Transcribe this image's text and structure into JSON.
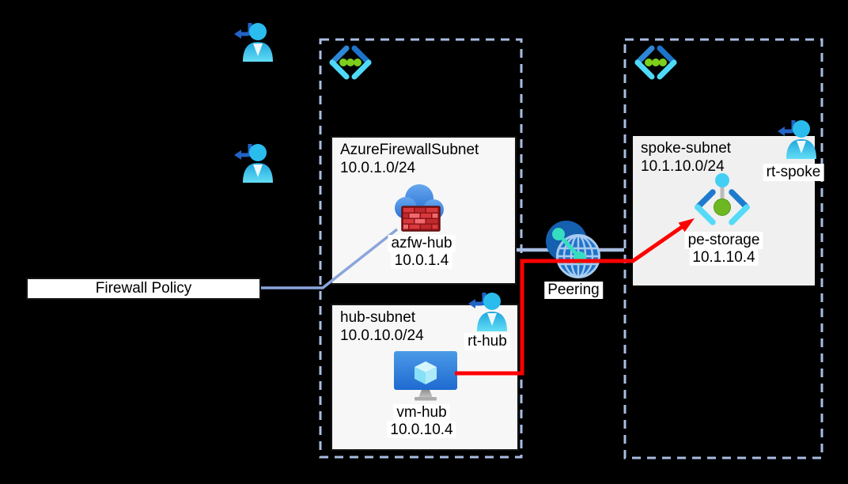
{
  "colors": {
    "bg": "#000000",
    "dash": "#a9bde2",
    "peer-line": "#a9bde2",
    "policy-line": "#8ba5dc",
    "flow-red": "#ff0000"
  },
  "diagram": {
    "firewall_policy_label": "Firewall Policy",
    "peering_label": "Peering",
    "hub_vnet": {
      "subnets": [
        {
          "name": "AzureFirewallSubnet",
          "cidr": "10.0.1.0/24",
          "resource_name": "azfw-hub",
          "resource_ip": "10.0.1.4"
        },
        {
          "name": "hub-subnet",
          "cidr": "10.0.10.0/24",
          "resource_name": "vm-hub",
          "resource_ip": "10.0.10.4",
          "route_table": "rt-hub"
        }
      ]
    },
    "spoke_vnet": {
      "subnets": [
        {
          "name": "spoke-subnet",
          "cidr": "10.1.10.0/24",
          "resource_name": "pe-storage",
          "resource_ip": "10.1.10.4",
          "route_table": "rt-spoke"
        }
      ]
    }
  }
}
